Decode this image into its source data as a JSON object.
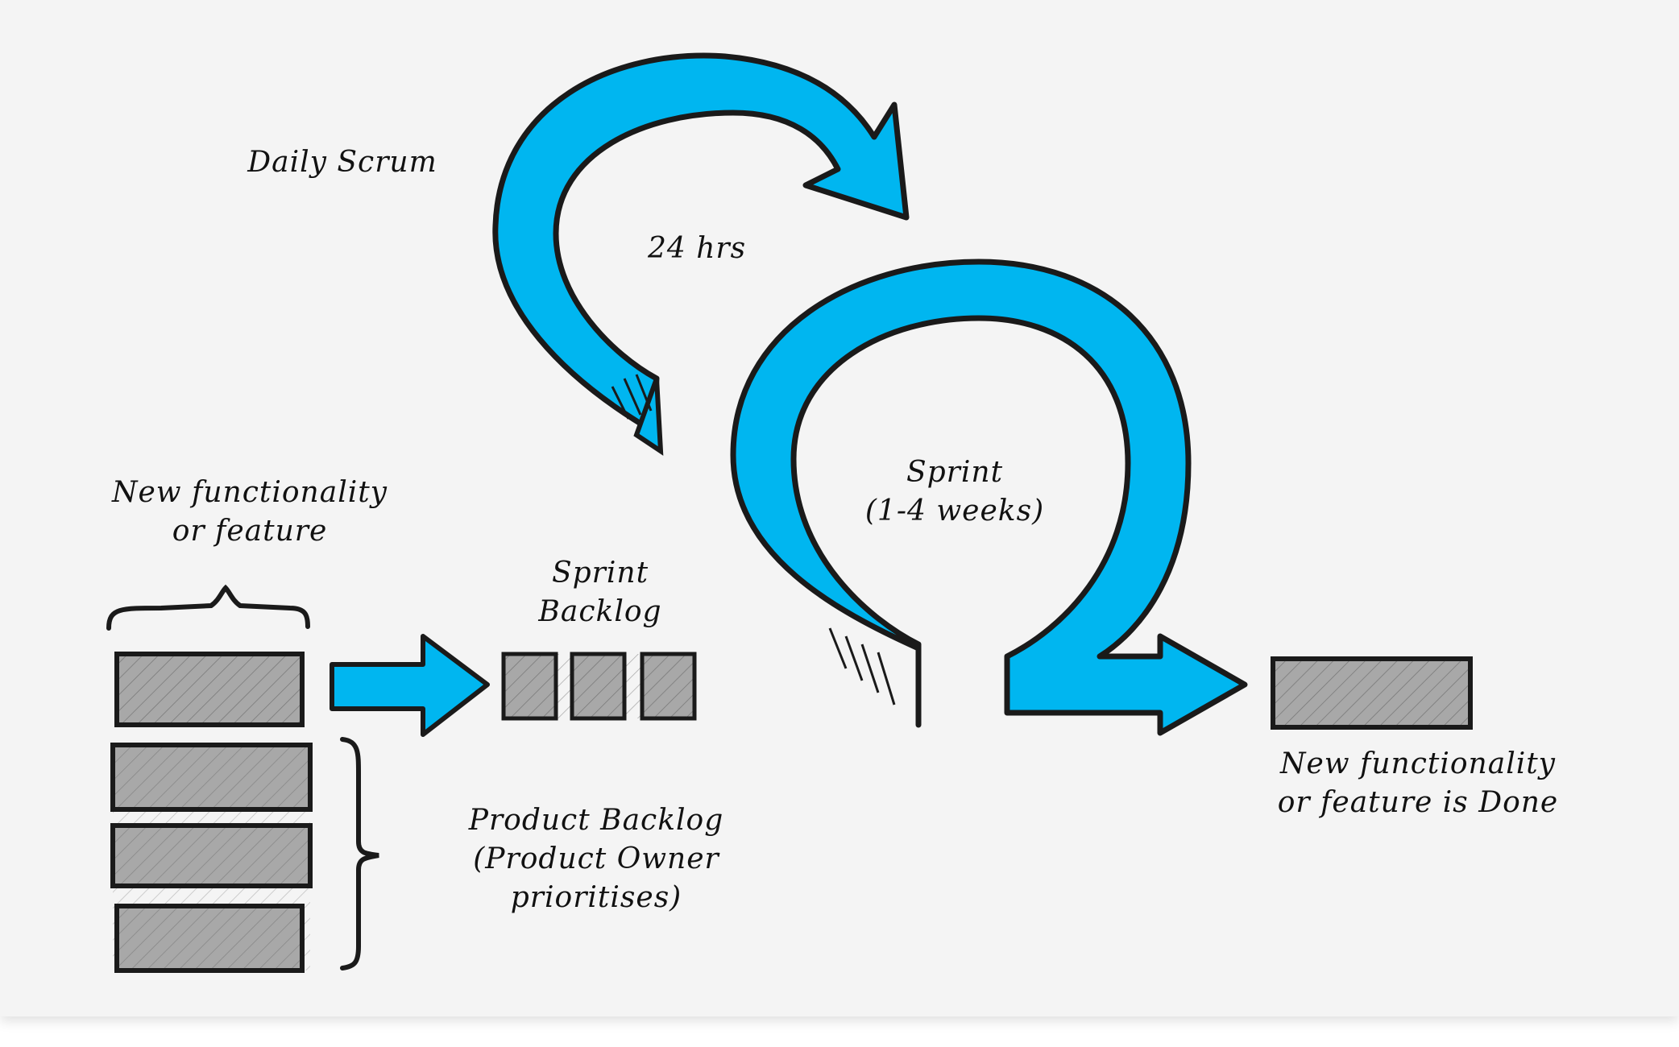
{
  "title": "Scrum framework",
  "labels": {
    "daily_scrum": "Daily Scrum",
    "daily_duration": "24 hrs",
    "sprint": "Sprint\n(1-4 weeks)",
    "new_feature": "New functionality\nor feature",
    "sprint_backlog": "Sprint\nBacklog",
    "product_backlog": "Product Backlog\n(Product Owner\nprioritises)",
    "done": "New functionality\nor feature is Done"
  },
  "colors": {
    "arrow": "#00b6f0",
    "outline": "#1a1a1a",
    "box": "#a8a8a8",
    "background": "#f4f4f4"
  },
  "icons": {
    "daily_cycle": "circular-arrow-icon",
    "sprint_cycle": "circular-arrow-icon",
    "to_sprint_backlog": "right-arrow-icon",
    "to_done": "right-arrow-icon"
  }
}
